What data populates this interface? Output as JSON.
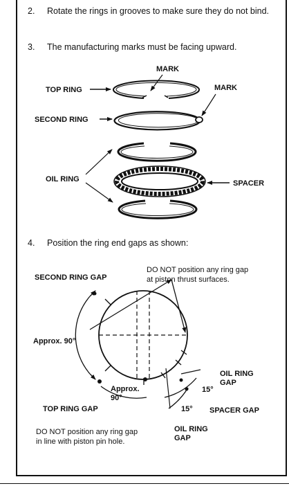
{
  "steps": [
    {
      "number": "2.",
      "text": "Rotate the rings in grooves to make sure they do not bind."
    },
    {
      "number": "3.",
      "text": "The manufacturing marks must be facing upward."
    },
    {
      "number": "4.",
      "text": "Position the ring end gaps as shown:"
    }
  ],
  "ring_figure": {
    "mark_top": "MARK",
    "mark_right": "MARK",
    "top_ring": "TOP RING",
    "second_ring": "SECOND RING",
    "oil_ring": "OIL RING",
    "spacer": "SPACER"
  },
  "gap_figure": {
    "second_ring_gap": "SECOND RING GAP",
    "thrust_note_line1": "DO NOT position any ring gap",
    "thrust_note_line2": "at piston thrust surfaces.",
    "approx_left": "Approx. 90°",
    "approx_bottom_line1": "Approx.",
    "approx_bottom_line2": "90°",
    "top_ring_gap": "TOP RING GAP",
    "oil_ring_gap_right_line1": "OIL RING",
    "oil_ring_gap_right_line2": "GAP",
    "angle_upper": "15°",
    "angle_lower": "15°",
    "spacer_gap": "SPACER GAP",
    "oil_ring_gap_bottom_line1": "OIL RING",
    "oil_ring_gap_bottom_line2": "GAP",
    "pin_note_line1": "DO NOT position any ring gap",
    "pin_note_line2": "in line with piston pin hole."
  }
}
